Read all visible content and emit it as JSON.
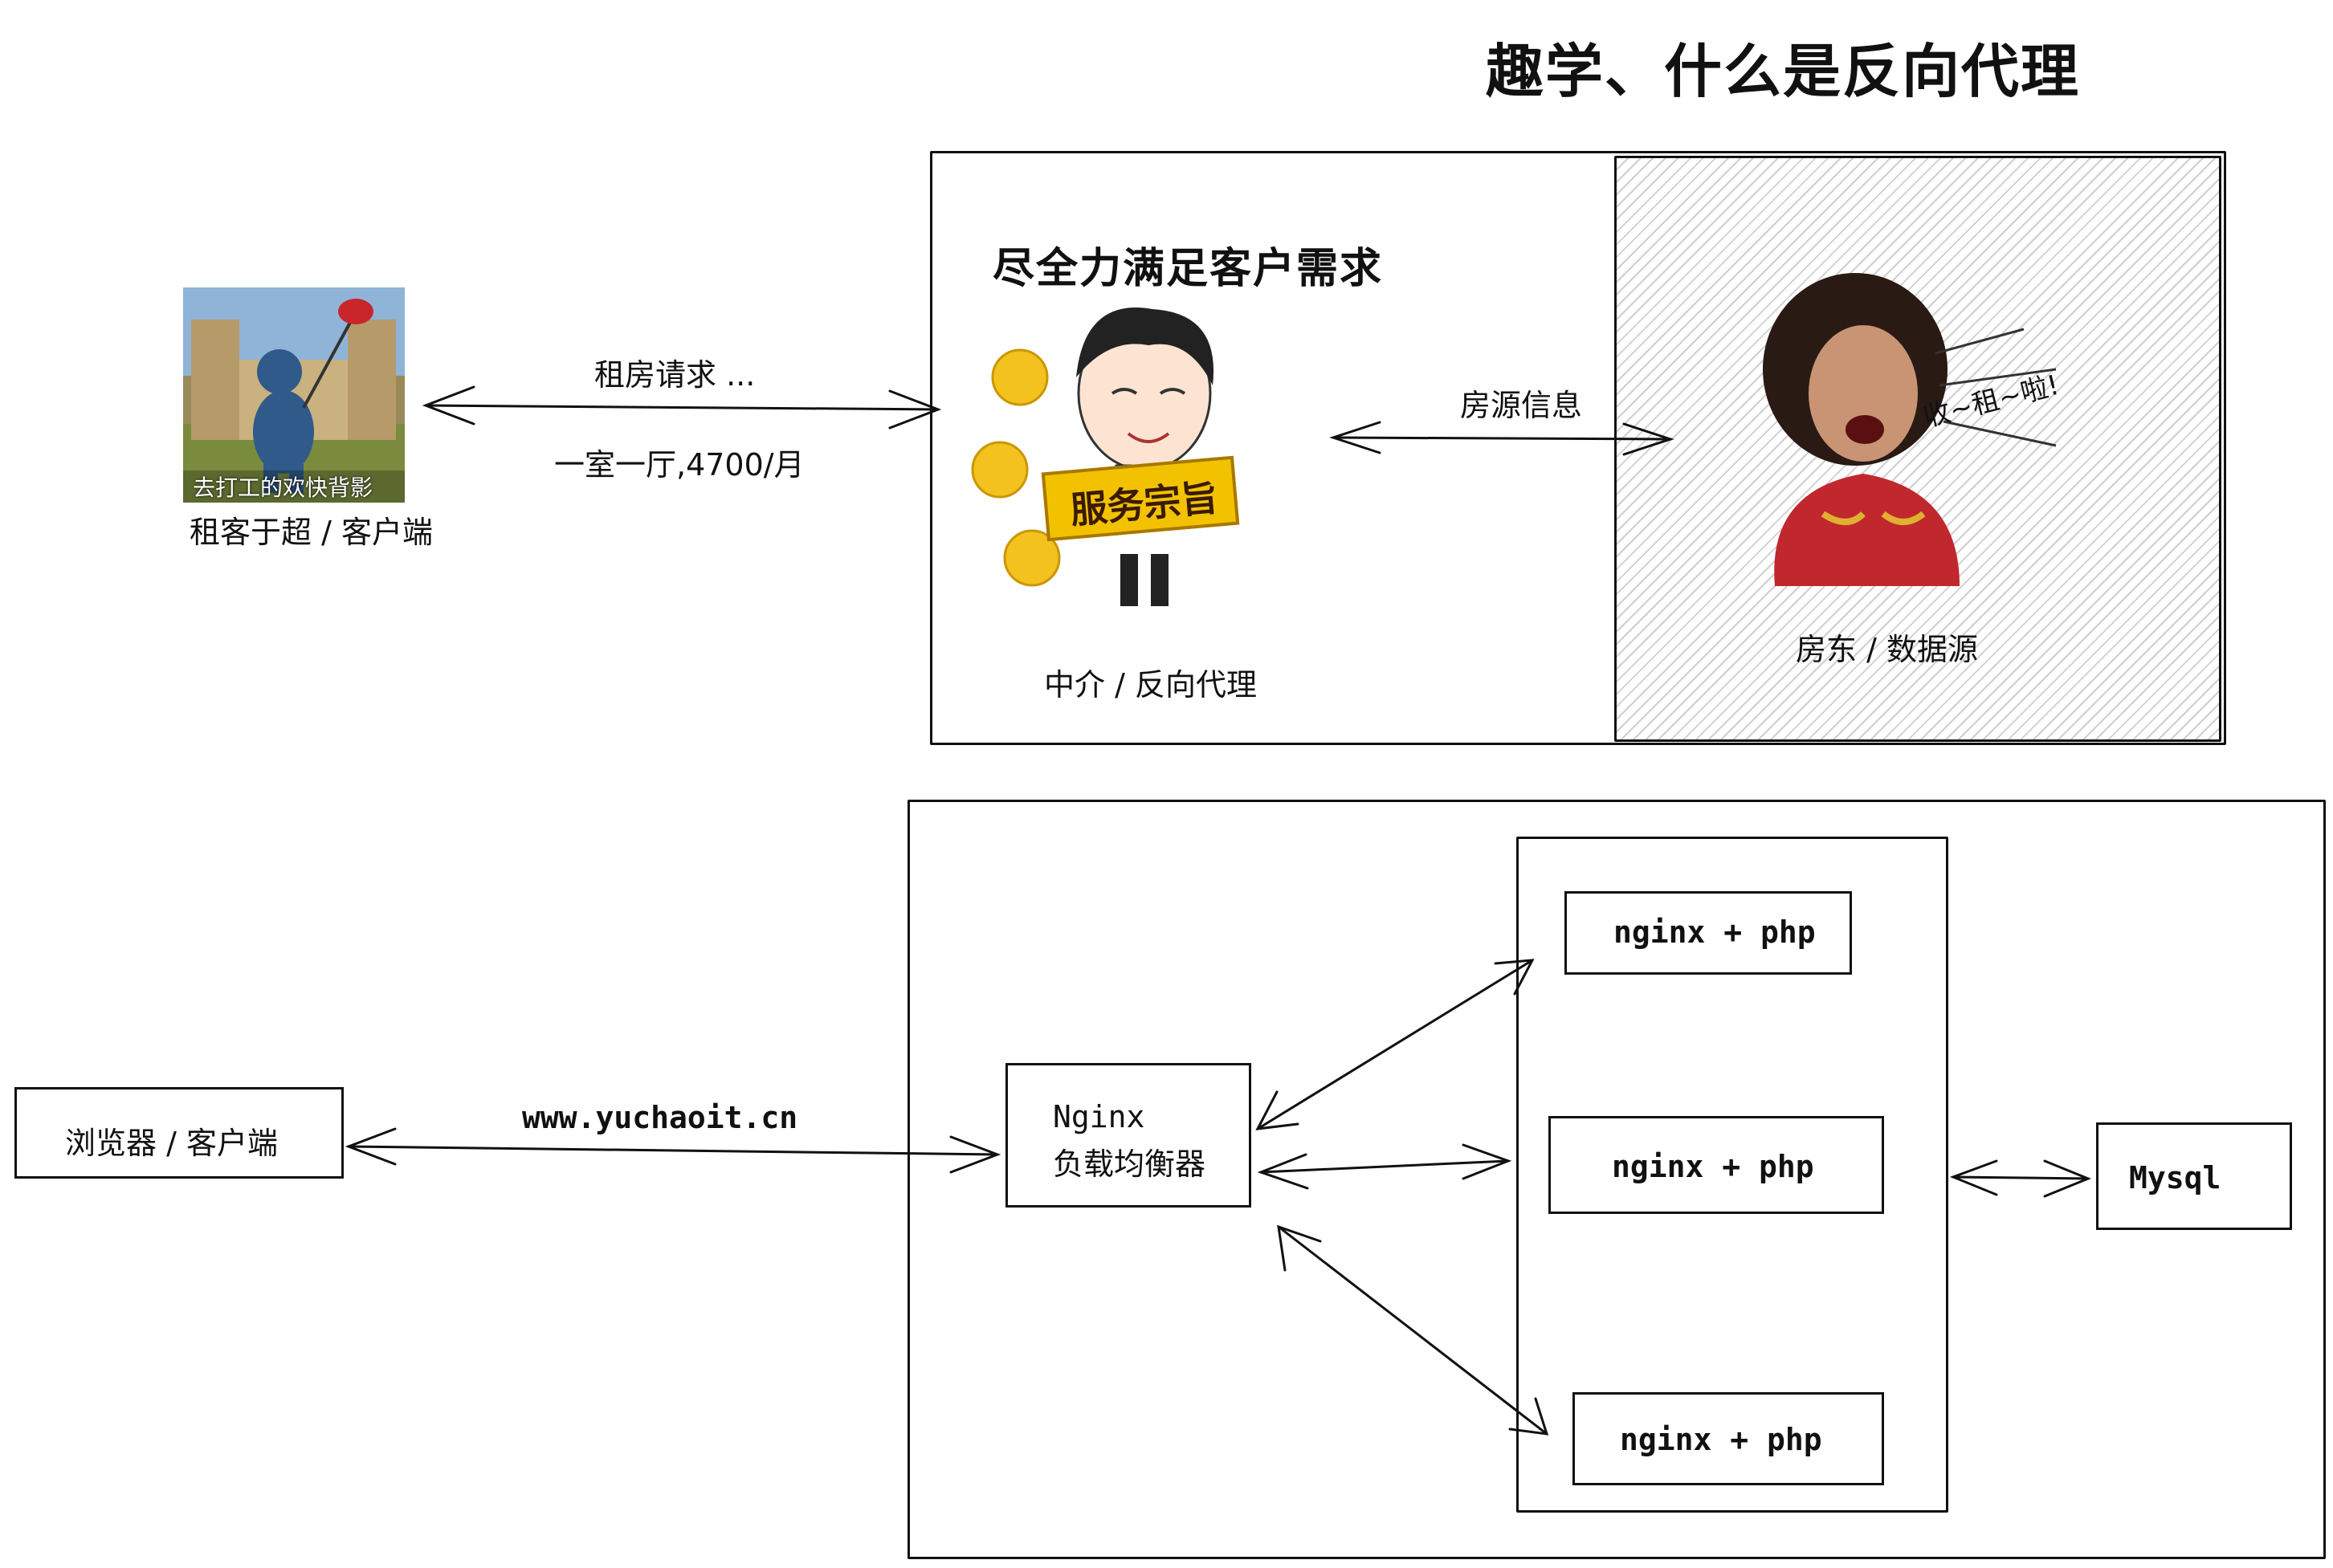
{
  "title": "趣学、什么是反向代理",
  "analogy": {
    "tenant_caption": "租客于超  /  客户端",
    "tenant_image_caption": "去打工的欢快背影",
    "request_label": "租房请求 ...",
    "response_label": "一室一厅,4700/月",
    "agent_motto": "尽全力满足客户需求",
    "agent_sign": "服务宗旨",
    "agent_caption": "中介   / 反向代理",
    "info_label": "房源信息",
    "landlord_bubble": "收~租~啦!",
    "landlord_caption": "房东   / 数据源"
  },
  "architecture": {
    "browser_label": "浏览器  /  客户端",
    "url_label": "www.yuchaoit.cn",
    "lb_line1": "Nginx",
    "lb_line2": "负载均衡器",
    "servers": [
      "nginx + php",
      "nginx + php",
      "nginx + php"
    ],
    "db_label": "Mysql"
  },
  "colors": {
    "line": "#111111",
    "coin": "#f3c21f",
    "sign": "#f2c200",
    "dress": "#c0282e",
    "hatch": "#bdbdbd"
  }
}
